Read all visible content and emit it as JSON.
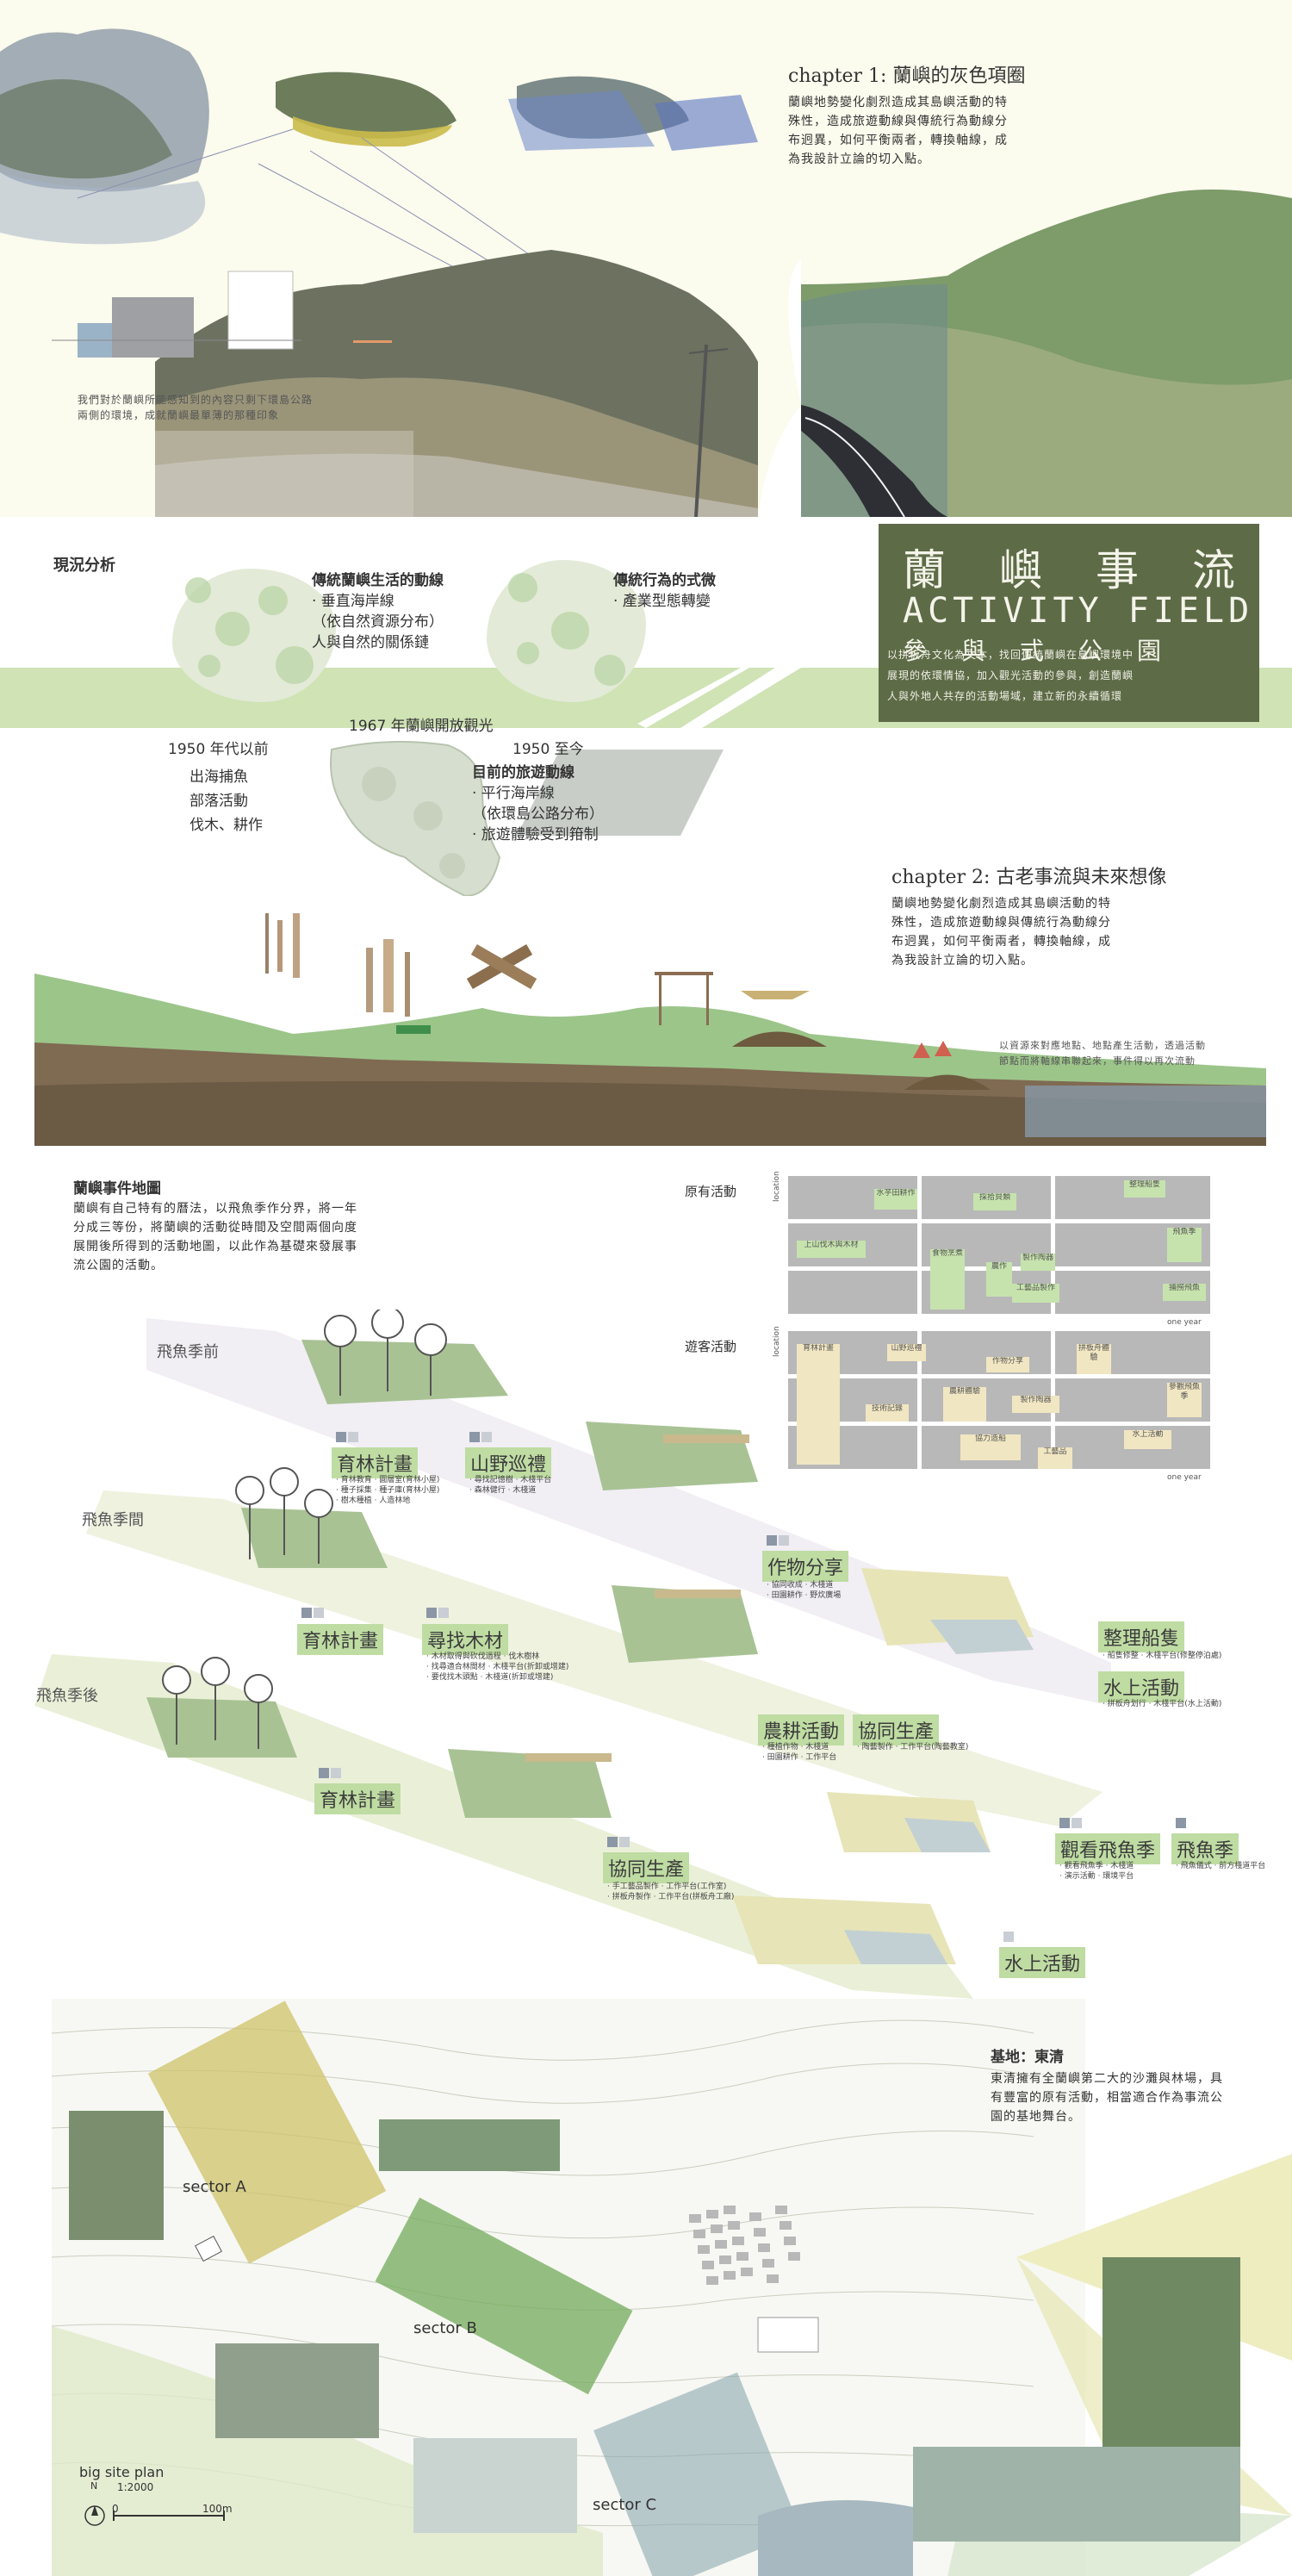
{
  "chapter1": {
    "title": "chapter 1: 蘭嶼的灰色項圈",
    "body": [
      "蘭嶼地勢變化劇烈造成其島嶼活動的特",
      "殊性，造成旅遊動線與傳統行為動線分",
      "布迥異，如何平衡兩者，轉換軸線，成",
      "為我設計立論的切入點。"
    ],
    "note": [
      "我們對於蘭嶼所能感知到的內容只剩下環島公路",
      "兩側的環境，成就蘭嶼最單薄的那種印象"
    ]
  },
  "analysis": {
    "heading": "現況分析",
    "traditional_title": "傳統蘭嶼生活的動線",
    "traditional_items": [
      "· 垂直海岸線",
      "（依自然資源分布）",
      "人與自然的關係鏈"
    ],
    "ritual_title": "傳統行為的式微",
    "ritual_items": [
      "· 產業型態轉變"
    ],
    "year_1967": "1967 年蘭嶼開放觀光",
    "year_1950_before": "1950 年代以前",
    "year_1950_now": "1950 至今",
    "activities_before": [
      "出海捕魚",
      "部落活動",
      "伐木、耕作"
    ],
    "tour_title": "目前的旅遊動線",
    "tour_items": [
      "· 平行海岸線",
      "（依環島公路分布）",
      "· 旅遊體驗受到箝制"
    ]
  },
  "title_box": {
    "line1": "蘭　嶼　事　流",
    "line2": "ACTIVITY  FIELD",
    "line3": "參　與　式　公　園",
    "body": [
      "以拼板舟文化為文本，找回傳統蘭嶼在島嶼環境中",
      "展現的依環情協，加入觀光活動的參與，創造蘭嶼",
      "人與外地人共存的活動場域，建立新的永續循環"
    ]
  },
  "chapter2": {
    "title": "chapter 2: 古老事流與未來想像",
    "body": [
      "蘭嶼地勢變化劇烈造成其島嶼活動的特",
      "殊性，造成旅遊動線與傳統行為動線分",
      "布迥異，如何平衡兩者，轉換軸線，成",
      "為我設計立論的切入點。"
    ],
    "note": [
      "以資源來對應地點、地點產生活動，透過活動",
      "節點而將軸線串聯起來，事件得以再次流動"
    ]
  },
  "events_map": {
    "heading": "蘭嶼事件地圖",
    "body": [
      "蘭嶼有自己特有的曆法，以飛魚季作分界，將一年",
      "分成三等份，將蘭嶼的活動從時間及空間兩個向度",
      "展開後所得到的活動地圖，以此作為基礎來發展事",
      "流公園的活動。"
    ],
    "seasons": [
      "飛魚季前",
      "飛魚季間",
      "飛魚季後"
    ],
    "tags": [
      "育林計畫",
      "山野巡禮",
      "作物分享",
      "育林計畫",
      "尋找木材",
      "整理船隻",
      "水上活動",
      "農耕活動",
      "協同生產",
      "育林計畫",
      "觀看飛魚季",
      "飛魚季",
      "協同生產",
      "水上活動"
    ],
    "tips": {
      "t1": [
        "· 育林教育  · 圓層室(育林小屋)",
        "· 種子採集  · 種子庫(育林小屋)",
        "· 樹木種植  · 人造林地"
      ],
      "t2": [
        "· 尋找記憶樹  · 木棧平台",
        "· 森林健行  · 木棧道"
      ],
      "t3": [
        "· 協同收成  · 木棧道",
        "· 田園耕作  · 野炊廣場"
      ],
      "t4": [
        "· 木材取得與砍伐過程  · 伐木樹林",
        "· 找尋適合林間材  · 木棧平台(折卸或增建)",
        "· 要伐找木頭點  · 木棧道(折卸或增建)"
      ],
      "t5": [
        "· 船隻修整  · 木棧平台(修整停泊處)"
      ],
      "t6": [
        "· 拼板舟划行  · 木棧平台(水上活動)"
      ],
      "t7": [
        "· 種植作物  · 木棧道",
        "· 田園耕作  · 工作平台"
      ],
      "t8": [
        "· 陶藝製作  · 工作平台(陶藝教室)"
      ],
      "t9": [
        "· 觀看飛魚季  · 木棧道",
        "· 演示活動  · 環境平台"
      ],
      "t10": [
        "· 飛魚儀式  · 前方棧道平台"
      ],
      "t11": [
        "· 手工藝品製作  · 工作平台(工作室)",
        "· 拼板舟製作  · 工作平台(拼板舟工廠)"
      ]
    },
    "chart_original": {
      "label": "原有活動",
      "axis_y": "location",
      "axis_x": "one year",
      "cells": [
        "水芋田耕作",
        "整理船隻",
        "採拾貝類",
        "上山伐木與木材",
        "食物烹煮",
        "飛魚季",
        "農作",
        "製作陶器",
        "工藝品製作",
        "捕撈飛魚"
      ]
    },
    "chart_visitor": {
      "label": "遊客活動",
      "axis_y": "location",
      "axis_x": "one year",
      "cells": [
        "山野巡禮",
        "拼板舟體驗",
        "作物分享",
        "育林計畫",
        "農耕體驗",
        "製作陶器",
        "技術記錄",
        "協力造船",
        "工藝品",
        "水上活動",
        "參觀飛魚季"
      ]
    }
  },
  "site": {
    "base_title": "基地：東清",
    "base_body": [
      "東清擁有全蘭嶼第二大的沙灘與林場，具",
      "有豐富的原有活動，相當適合作為事流公",
      "園的基地舞台。"
    ],
    "sector_a": "sector A",
    "sector_b": "sector B",
    "sector_c": "sector C",
    "plan_title": "big site plan",
    "scale": "1:2000",
    "north": "N",
    "scale_zero": "0",
    "scale_len": "100m"
  },
  "colors": {
    "accent_green": "#bfdca3",
    "title_box": "#5d6b47",
    "yellow_zone": "#d8d385",
    "ground_brown": "#6b5a44"
  }
}
